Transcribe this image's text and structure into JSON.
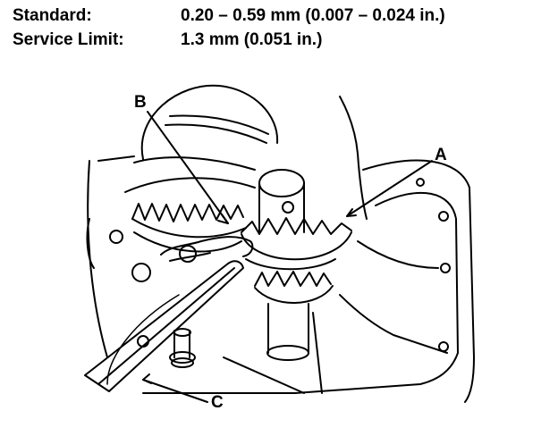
{
  "specs": {
    "standard_label": "Standard:",
    "standard_value": "0.20 – 0.59 mm (0.007 – 0.024 in.)",
    "limit_label": "Service Limit:",
    "limit_value": "1.3 mm (0.051 in.)"
  },
  "callouts": {
    "a": "A",
    "b": "B",
    "c": "C"
  }
}
